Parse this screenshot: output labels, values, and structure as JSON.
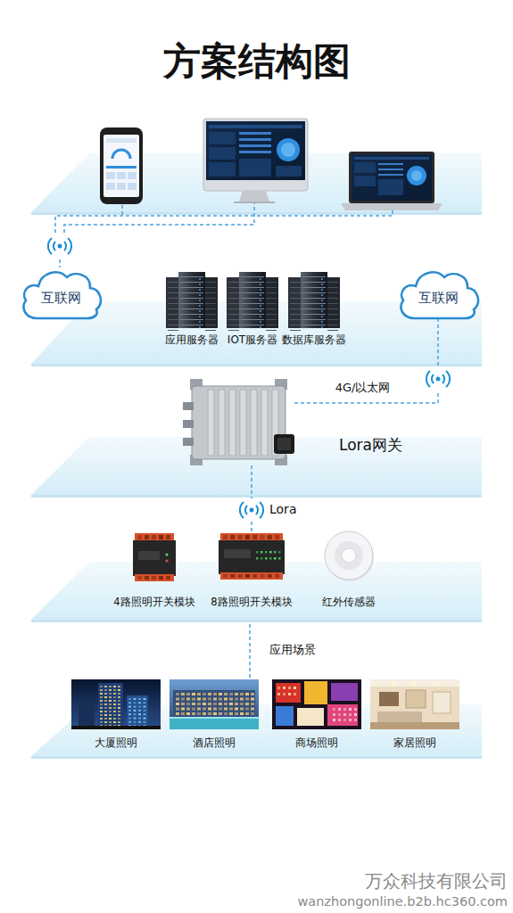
{
  "diagram": {
    "title": "方案结构图",
    "nodes": [
      {
        "text": [
          "互联网"
        ]
      },
      {
        "text": [
          "应用服务器"
        ]
      },
      {
        "text": [
          "IOT服务器"
        ]
      },
      {
        "text": [
          "数据库服务器"
        ]
      },
      {
        "text": [
          "互联网"
        ]
      },
      {
        "text": [
          "Lora网关"
        ]
      },
      {
        "text": [
          "4路照明开关模块"
        ]
      },
      {
        "text": [
          "8路照明开关模块"
        ]
      },
      {
        "text": [
          "红外传感器"
        ]
      },
      {
        "text": [
          "大厦照明"
        ]
      },
      {
        "text": [
          "酒店照明"
        ]
      },
      {
        "text": [
          "商场照明"
        ]
      },
      {
        "text": [
          "家居照明"
        ]
      }
    ],
    "edges": [
      {
        "from": 5,
        "to": 4,
        "arrow": "none",
        "label": "4G/以太网"
      },
      {
        "from": 5,
        "to": 7,
        "arrow": "none",
        "label": "Lora"
      }
    ],
    "labels": [
      "应用场景",
      "万众科技有限公司",
      "wanzhongonline.b2b.hc360.com"
    ]
  }
}
